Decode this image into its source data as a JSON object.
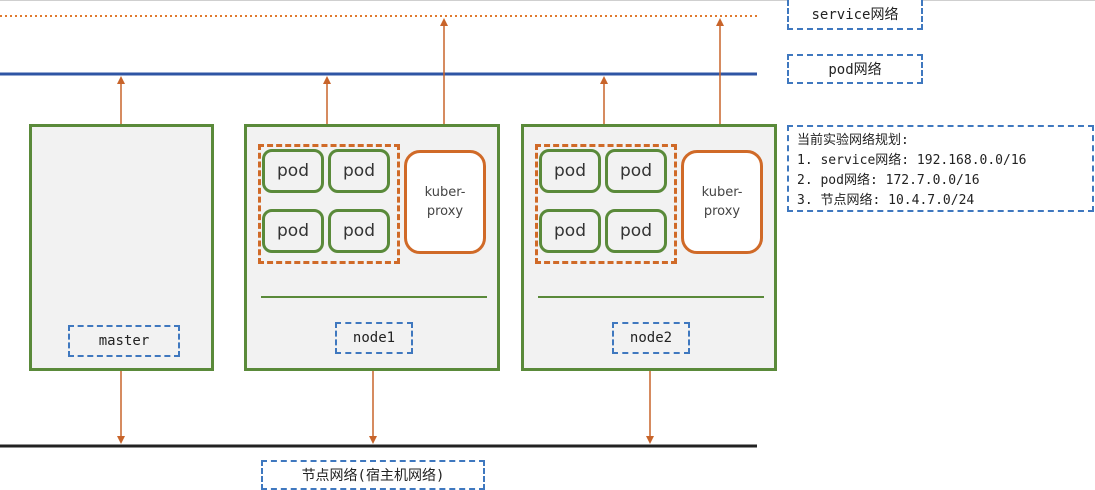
{
  "networks": {
    "service_label": "service网络",
    "pod_label": "pod网络",
    "node_label": "节点网络(宿主机网络)"
  },
  "hosts": {
    "master_label": "master",
    "node1_label": "node1",
    "node2_label": "node2"
  },
  "pod_label": "pod",
  "proxy_label": "kuber-\nproxy",
  "plan": {
    "title": "当前实验网络规划:",
    "items": [
      "1. service网络: 192.168.0.0/16",
      "2. pod网络: 172.7.0.0/16",
      "3. 节点网络: 10.4.7.0/24"
    ]
  },
  "colors": {
    "service_line": "#e07a2e",
    "pod_line": "#2f55a4",
    "node_line": "#222222",
    "host_border": "#5a8a3a",
    "arrow": "#c8642a",
    "label_border": "#3f78bf"
  }
}
